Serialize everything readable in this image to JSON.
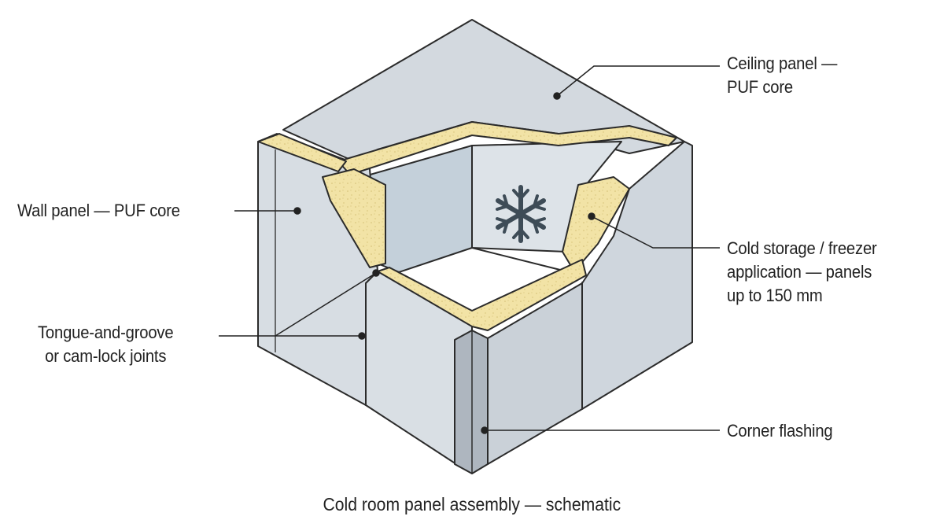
{
  "labels": {
    "ceiling_line1": "Ceiling panel —",
    "ceiling_line2": "PUF core",
    "wall": "Wall panel — PUF core",
    "cold_line1": "Cold storage / freezer",
    "cold_line2": "application — panels",
    "cold_line3": "up to 150 mm",
    "tongue_line1": "Tongue-and-groove",
    "tongue_line2": "or cam-lock joints",
    "corner": "Corner flashing"
  },
  "caption": "Cold room panel assembly — schematic",
  "icons": {
    "center": "snowflake-icon"
  },
  "colors": {
    "panel_face": "#d6dce2",
    "panel_side": "#c7ced6",
    "panel_dark": "#b9c1ca",
    "foam_core": "#f2e3a6",
    "interior_back": "#c6d2dc",
    "interior_floor": "#ffffff",
    "outline": "#2b2b2b",
    "snowflake": "#3e4c57"
  }
}
